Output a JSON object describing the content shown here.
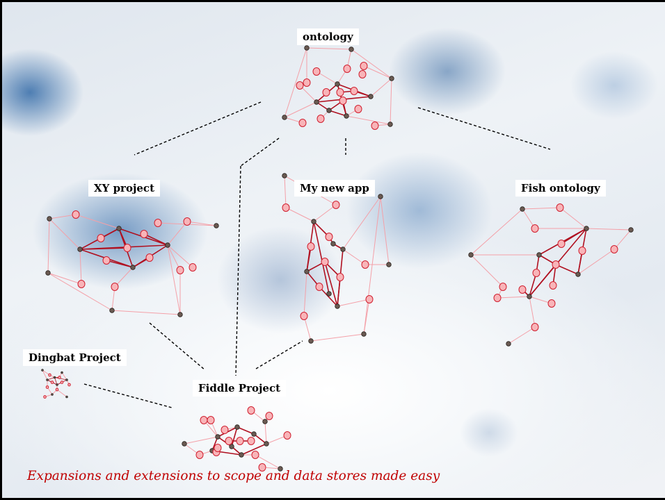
{
  "projects": {
    "ontology": "ontology",
    "xy": "XY project",
    "myapp": "My new app",
    "fish": "Fish ontology",
    "dingbat": "Dingbat Project",
    "fiddle": "Fiddle Project"
  },
  "caption": "Expansions and extensions to scope and data stores made easy",
  "colors": {
    "node_fill": "#f8b4b8",
    "node_stroke": "#d02030",
    "hub_node": "#6a5a52",
    "strong_edge": "#b01020",
    "weak_edge": "#f4a0a8",
    "connector": "#000000",
    "caption": "#c00000"
  }
}
